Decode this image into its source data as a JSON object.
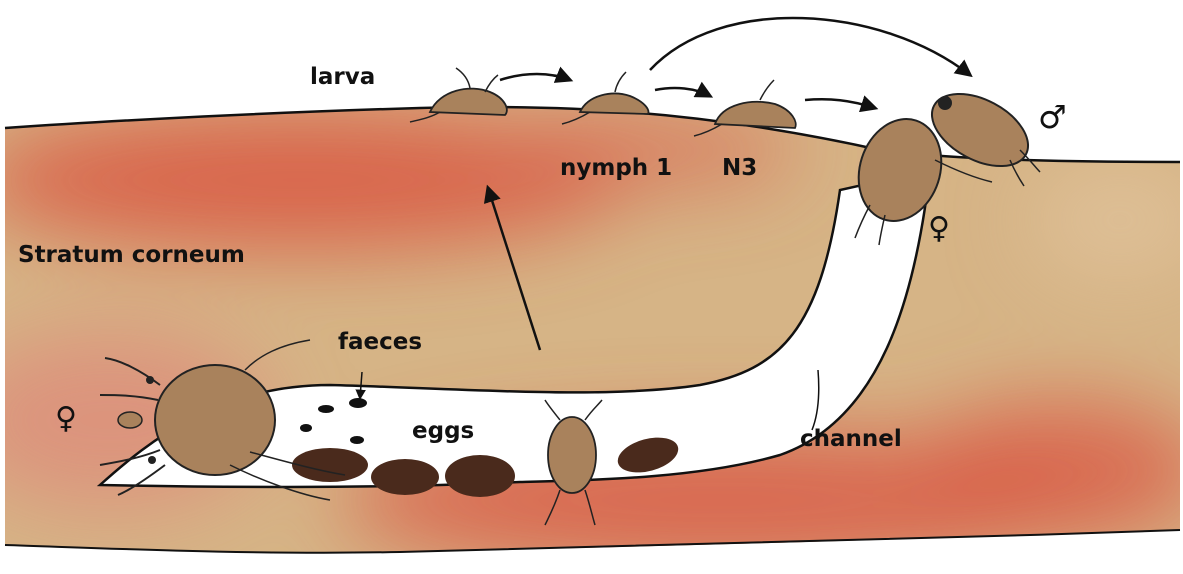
{
  "labels": {
    "larva": "larva",
    "nymph1": "nymph 1",
    "n3": "N3",
    "stratum": "Stratum corneum",
    "faeces": "faeces",
    "eggs": "eggs",
    "channel": "channel",
    "female_top": "♀",
    "male": "♂",
    "female_left": "♀"
  },
  "colors": {
    "skin_red": "#d9614a",
    "skin_tan": "#d6b486",
    "mite": "#a9825c",
    "egg": "#4a2a1c",
    "outline": "#111111"
  },
  "icons": [
    "female-symbol-icon",
    "male-symbol-icon"
  ]
}
